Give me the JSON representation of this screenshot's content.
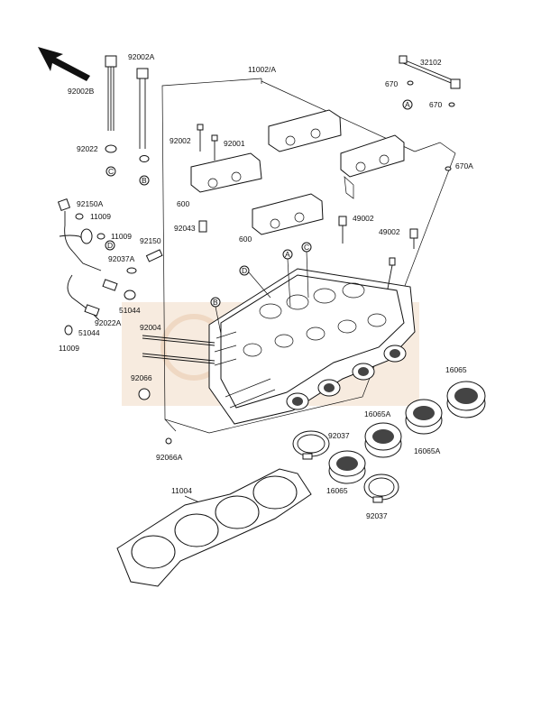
{
  "colors": {
    "line": "#111111",
    "background": "#ffffff",
    "watermark": "#e9c8a8"
  },
  "orientation_icon": "front-arrow-icon",
  "labels": {
    "head_assy": "11002/A",
    "bolt_a": "92002A",
    "bolt_b": "92002B",
    "washer": "92022",
    "ring_c": "C",
    "ring_b": "B",
    "bolt_92002": "92002",
    "bolt_92001": "92001",
    "pin_600_a": "600",
    "pin_600_b": "600",
    "dowel": "92043",
    "shaft_32102": "32102",
    "oring_670_top": "670",
    "oring_670_bottom": "670",
    "oring_670a": "670A",
    "marker_a_top": "A",
    "plug_49002_a": "49002",
    "plug_49002_b": "49002",
    "banjo_92150a": "92150A",
    "washer_11009_a": "11009",
    "washer_11009_b": "11009",
    "marker_d_left": "D",
    "bolt_92150": "92150",
    "clamp_92037a": "92037A",
    "pipe_51044_a": "51044",
    "pipe_51044_b": "51044",
    "washer_92022a": "92022A",
    "washer_11009_c": "11009",
    "marker_b_head": "B",
    "marker_c_head": "C",
    "marker_a_head": "A",
    "marker_d_head": "D",
    "stud_92004": "92004",
    "plug_92066": "92066",
    "plug_92066a": "92066A",
    "gasket_11004": "11004",
    "clamp_92037_top": "92037",
    "clamp_92037_bottom": "92037",
    "holder_16065_top": "16065",
    "holder_16065a_a": "16065A",
    "holder_16065a_b": "16065A",
    "holder_16065_mid": "16065"
  }
}
